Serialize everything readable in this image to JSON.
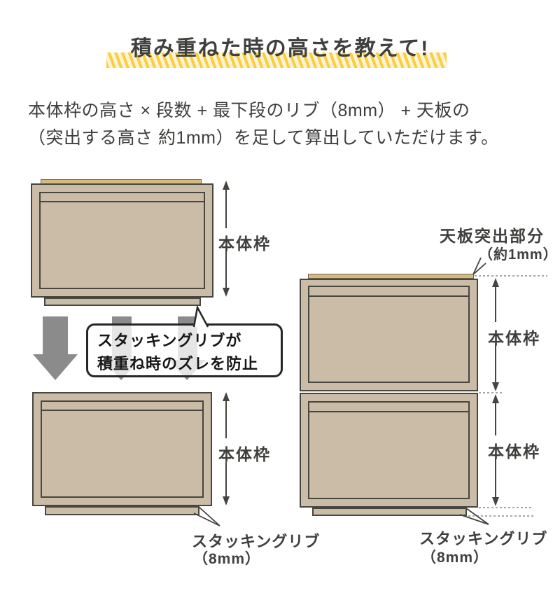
{
  "title": "積み重ねた時の高さを教えて!",
  "description": {
    "line1": "本体枠の高さ × 段数 + 最下段のリブ（8mm） + 天板の",
    "line2": "（突出する高さ 約1mm）を足して算出していただけます。"
  },
  "left_diagram": {
    "upper_frame_label": "本体枠",
    "lower_frame_label": "本体枠",
    "bubble_line1": "スタッキングリブが",
    "bubble_line2": "積重ね時のズレを防止",
    "rib_label": "スタッキングリブ",
    "rib_size": "（8mm）"
  },
  "right_diagram": {
    "top_protrusion_label": "天板突出部分",
    "top_protrusion_size": "（約1mm）",
    "upper_frame_label": "本体枠",
    "lower_frame_label": "本体枠",
    "rib_label": "スタッキングリブ",
    "rib_size": "（8mm）"
  },
  "colors": {
    "highlight_yellow": "#f9ce3f",
    "box_beige": "#cbbca7",
    "top_board_gold": "#d4ba7e",
    "outline_dark": "#47463f",
    "arrow_gray": "#8b8b8b",
    "text_dark": "#3f3f3d"
  }
}
